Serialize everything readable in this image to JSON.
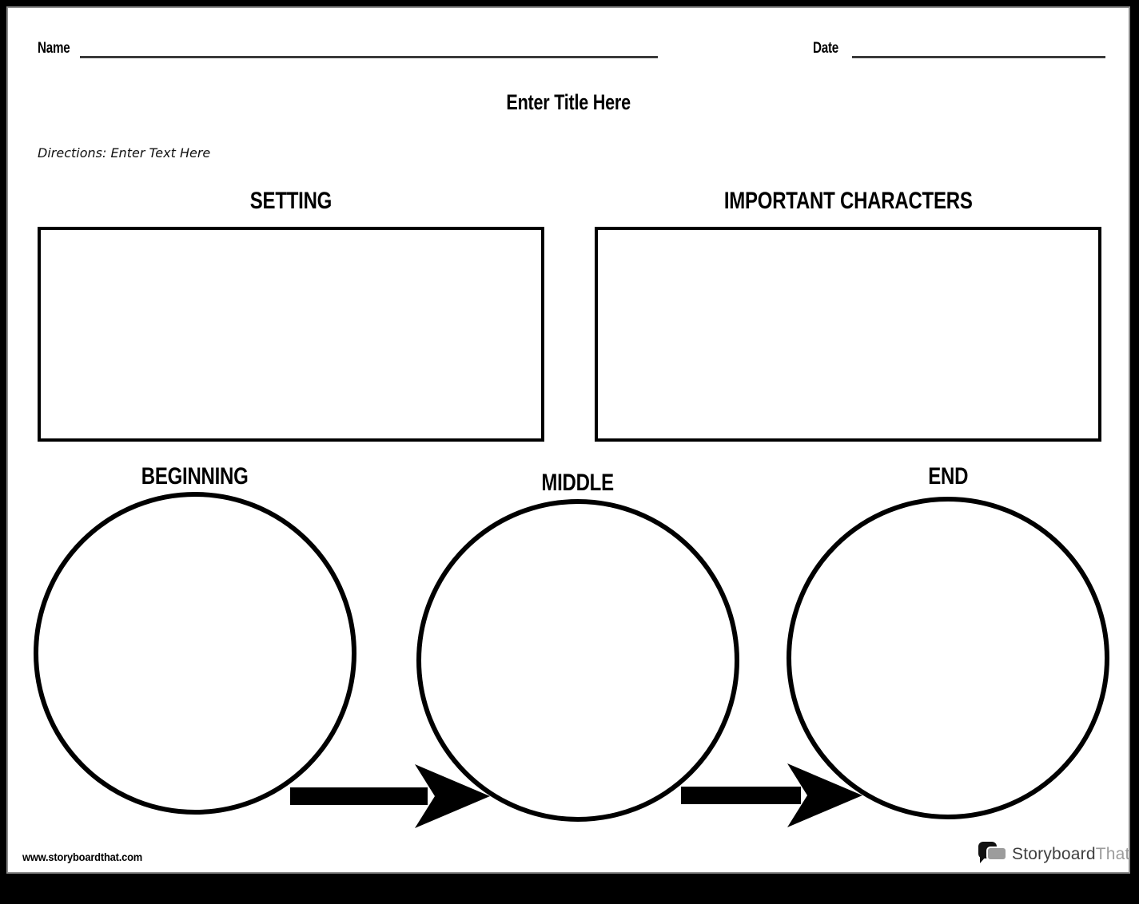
{
  "header": {
    "name_label": "Name",
    "date_label": "Date",
    "title": "Enter Title Here",
    "directions": "Directions: Enter Text Here"
  },
  "sections": {
    "setting": {
      "label": "SETTING"
    },
    "characters": {
      "label": "IMPORTANT CHARACTERS"
    }
  },
  "sequence": {
    "beginning": {
      "label": "BEGINNING"
    },
    "middle": {
      "label": "MIDDLE"
    },
    "end": {
      "label": "END"
    },
    "arrow_icon": "right-arrow"
  },
  "footer": {
    "url": "www.storyboardthat.com",
    "logo_primary": "Storyboard",
    "logo_secondary": "That"
  },
  "colors": {
    "ink": "#000000",
    "frame": "#000000",
    "rule_line": "#3a3a3a",
    "logo_primary": "#3f3f3f",
    "logo_secondary": "#9c9c9c"
  }
}
